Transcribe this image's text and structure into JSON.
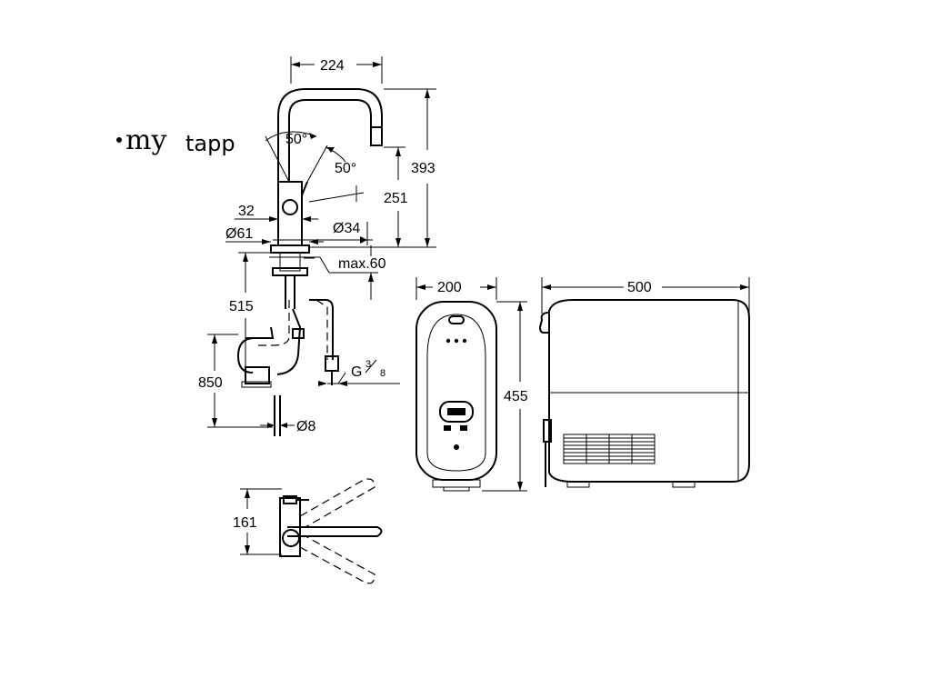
{
  "brand": {
    "logo_part1": "my",
    "logo_part2": "tapp"
  },
  "dimensions": {
    "width_top": "224",
    "height_total": "393",
    "height_spout": "251",
    "angle_left": "50°",
    "angle_right": "50°",
    "lever_offset": "32",
    "base_diameter": "Ø61",
    "shank_diameter": "Ø34",
    "max_thickness": "max.60",
    "hose_515": "515",
    "hose_850": "850",
    "thread_g": "G",
    "thread_num": "3",
    "thread_den": "8",
    "tube_diameter": "Ø8",
    "filter_width": "200",
    "filter_height": "455",
    "chiller_width": "500",
    "top_view_161": "161"
  }
}
